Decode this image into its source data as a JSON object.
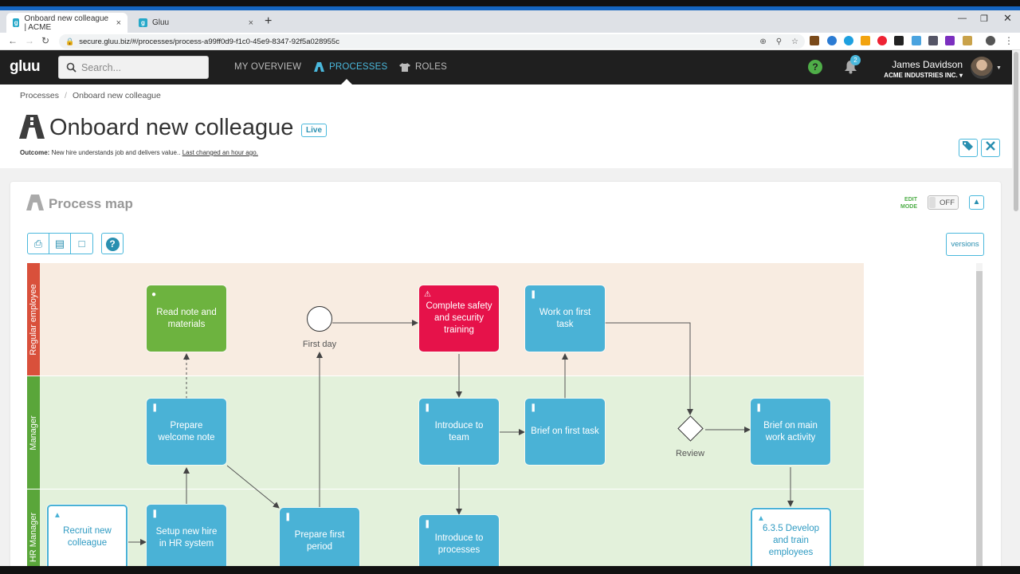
{
  "browser": {
    "tabs": [
      {
        "title": "Onboard new colleague | ACME"
      },
      {
        "title": "Gluu"
      }
    ],
    "url": "secure.gluu.biz/#/processes/process-a99ff0d9-f1c0-45e9-8347-92f5a028955c",
    "new_tab": "+",
    "close": "×"
  },
  "app": {
    "logo": "gluu",
    "search_placeholder": "Search...",
    "nav": [
      {
        "label": "MY OVERVIEW",
        "active": false
      },
      {
        "label": "PROCESSES",
        "active": true
      },
      {
        "label": "ROLES",
        "active": false
      }
    ],
    "notification_count": "2",
    "user": {
      "name": "James Davidson",
      "company": "ACME INDUSTRIES INC."
    }
  },
  "page": {
    "breadcrumb": [
      "Processes",
      "Onboard new colleague"
    ],
    "title": "Onboard new colleague",
    "status": "Live",
    "outcome_label": "Outcome:",
    "outcome_text": "New hire understands job and delivers value..",
    "last_changed": "Last changed an hour ago."
  },
  "process_map": {
    "title": "Process map",
    "edit_mode_label_1": "EDIT",
    "edit_mode_label_2": "MODE",
    "edit_mode_state": "OFF",
    "versions_label": "versions",
    "lanes": [
      {
        "name": "Regular employee",
        "color": "#d9503b",
        "bg": "#f8ece1"
      },
      {
        "name": "Manager",
        "color": "#5aa63a",
        "bg": "#e3f1db"
      },
      {
        "name": "HR Manager",
        "color": "#5aa63a",
        "bg": "#e3f1db"
      }
    ],
    "nodes": {
      "read_note": "Read note and materials",
      "safety": "Complete safety and security training",
      "work_first": "Work on first task",
      "prepare_note": "Prepare welcome note",
      "introduce_team": "Introduce to team",
      "brief_first": "Brief on first task",
      "brief_main": "Brief on main work activity",
      "recruit": "Recruit new colleague",
      "setup_hr": "Setup new hire in HR system",
      "prepare_period": "Prepare first period",
      "introduce_processes": "Introduce to processes",
      "develop": "6.3.5 Develop and train employees"
    },
    "events": {
      "first_day": "First day",
      "review": "Review"
    }
  }
}
